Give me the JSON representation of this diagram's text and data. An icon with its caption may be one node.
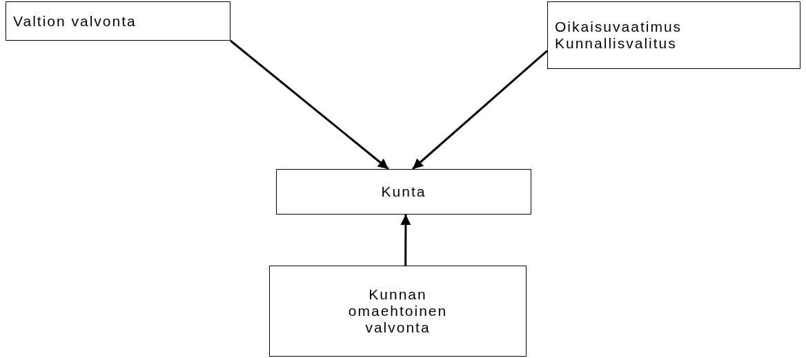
{
  "diagram": {
    "nodes": [
      {
        "text": [
          "Valtion valvonta"
        ]
      },
      {
        "text": [
          "Oikaisuvaatimus",
          "Kunnallisvalitus"
        ]
      },
      {
        "text": [
          "Kunta"
        ]
      },
      {
        "text": [
          "Kunnan omaehtoinen valvonta"
        ]
      }
    ],
    "edges": [
      {
        "from": 0,
        "to": 2,
        "arrow": "to"
      },
      {
        "from": 1,
        "to": 2,
        "arrow": "to"
      },
      {
        "from": 3,
        "to": 2,
        "arrow": "to"
      }
    ]
  }
}
